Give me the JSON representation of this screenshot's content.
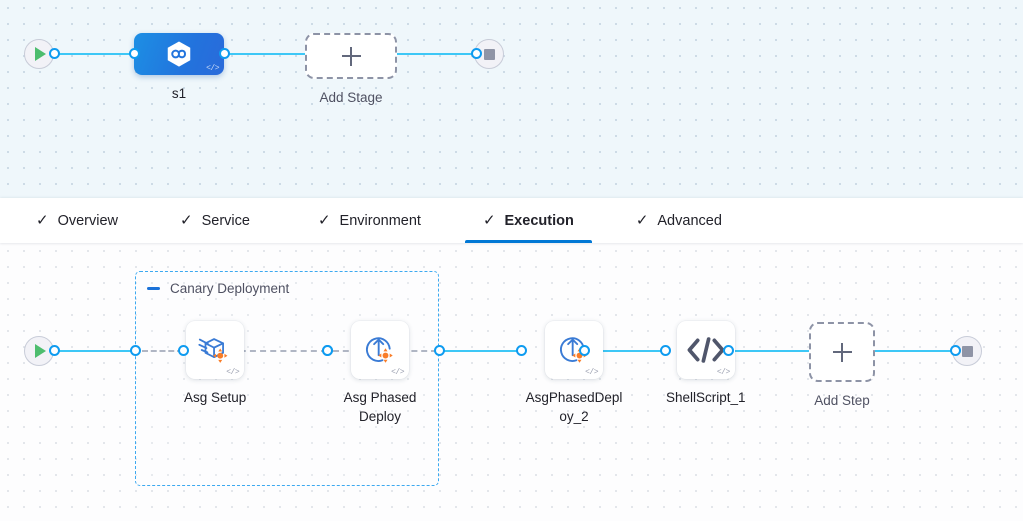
{
  "stage_canvas": {
    "start_node": {
      "icon": "play-icon"
    },
    "end_node": {
      "icon": "stop-icon"
    },
    "stage": {
      "label": "s1",
      "icon": "harness-cd-hexagon-icon",
      "code_badge": "</>"
    },
    "add_stage": {
      "label": "Add Stage",
      "icon": "plus-icon"
    }
  },
  "tabs": [
    {
      "label": "Overview",
      "check": "✓",
      "active": false
    },
    {
      "label": "Service",
      "check": "✓",
      "active": false
    },
    {
      "label": "Environment",
      "check": "✓",
      "active": false
    },
    {
      "label": "Execution",
      "check": "✓",
      "active": true
    },
    {
      "label": "Advanced",
      "check": "✓",
      "active": false
    }
  ],
  "step_canvas": {
    "start_node": {
      "icon": "play-icon"
    },
    "end_node": {
      "icon": "stop-icon"
    },
    "group": {
      "title": "Canary Deployment",
      "collapse_icon": "minus-icon"
    },
    "steps": [
      {
        "label": "Asg Setup",
        "icon": "asg-setup-package-icon",
        "code_badge": "</>"
      },
      {
        "label": "Asg Phased Deploy",
        "icon": "asg-phased-deploy-icon",
        "code_badge": "</>"
      },
      {
        "label": "AsgPhasedDeploy_2",
        "icon": "asg-phased-deploy-icon",
        "code_badge": "</>"
      },
      {
        "label": "ShellScript_1",
        "icon": "shell-script-code-icon",
        "code_badge": "</>"
      }
    ],
    "add_step": {
      "label": "Add Step",
      "icon": "plus-icon"
    }
  },
  "colors": {
    "accent_blue": "#0278d5",
    "connector_blue": "#3dc7f6",
    "port_blue": "#0e9bf0",
    "group_border": "#3ca9f0",
    "stage_gradient_start": "#1d8fe4",
    "stage_gradient_end": "#2a6ada",
    "play_green": "#4dbd6e",
    "stop_gray": "#8f94a6",
    "orange_accent": "#f97d28",
    "step_icon_blue": "#3a7bd5",
    "stage_canvas_bg": "#eff7fb",
    "step_canvas_bg": "#fdfdfe"
  }
}
